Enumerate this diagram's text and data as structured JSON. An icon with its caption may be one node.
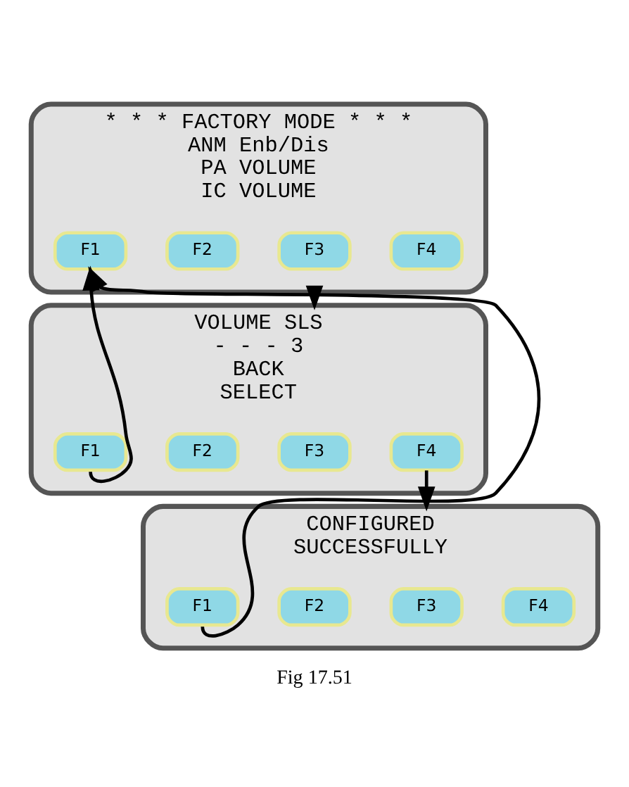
{
  "diagram": {
    "caption": "Fig 17.51",
    "nodes": [
      {
        "text": [
          "* * * FACTORY MODE * * *",
          "ANM Enb/Dis",
          "PA VOLUME",
          "IC VOLUME"
        ]
      },
      {
        "text": [
          "F1"
        ],
        "in": 0
      },
      {
        "text": [
          "F2"
        ],
        "in": 0
      },
      {
        "text": [
          "F3"
        ],
        "in": 0
      },
      {
        "text": [
          "F4"
        ],
        "in": 0
      },
      {
        "text": [
          "VOLUME SLS",
          "- - - 3",
          "BACK",
          "SELECT"
        ]
      },
      {
        "text": [
          "F1"
        ],
        "in": 5
      },
      {
        "text": [
          "F2"
        ],
        "in": 5
      },
      {
        "text": [
          "F3"
        ],
        "in": 5
      },
      {
        "text": [
          "F4"
        ],
        "in": 5
      },
      {
        "text": [
          "CONFIGURED",
          "SUCCESSFULLY"
        ]
      },
      {
        "text": [
          "F1"
        ],
        "in": 10
      },
      {
        "text": [
          "F2"
        ],
        "in": 10
      },
      {
        "text": [
          "F3"
        ],
        "in": 10
      },
      {
        "text": [
          "F4"
        ],
        "in": 10
      }
    ],
    "edges": [
      {
        "from": 0,
        "to": 5,
        "arrow": "to"
      },
      {
        "from": 6,
        "to": 1,
        "arrow": "to"
      },
      {
        "from": 9,
        "to": 10,
        "arrow": "to"
      },
      {
        "from": 11,
        "to": 1,
        "arrow": "to"
      }
    ]
  }
}
